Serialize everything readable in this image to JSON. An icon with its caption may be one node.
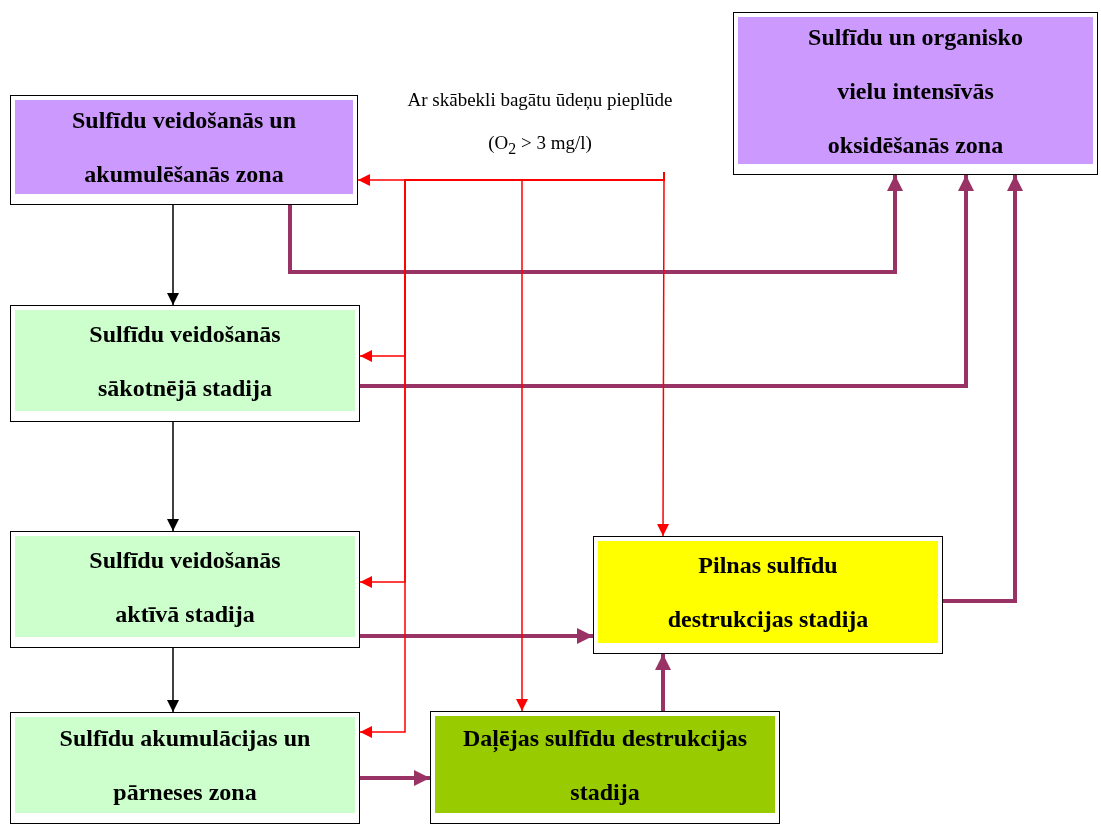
{
  "diagram": {
    "nodes": [
      {
        "text": [
          "Sulfīdu veidošanās un akumulēšanās zona"
        ]
      },
      {
        "text": [
          "Sulfīdu un organisko vielu intensīvās oksidēšanās zona"
        ]
      },
      {
        "text": [
          "Sulfīdu veidošanās sākotnējā stadija"
        ]
      },
      {
        "text": [
          "Sulfīdu veidošanās aktīvā stadija"
        ]
      },
      {
        "text": [
          "Pilnas sulfīdu destrukcijas stadija"
        ]
      },
      {
        "text": [
          "Sulfīdu akumulācijas un pārneses zona"
        ]
      },
      {
        "text": [
          "Daļējas sulfīdu destrukcijas stadija"
        ]
      },
      {
        "text": [
          "Ar skābekli bagātu ūdeņu pieplūde (O$_{2}$ > 3 mg/l)"
        ]
      }
    ],
    "edges": [
      {
        "from": 0,
        "to": 2,
        "arrow": "to",
        "color": "#000000"
      },
      {
        "from": 2,
        "to": 3,
        "arrow": "to",
        "color": "#000000"
      },
      {
        "from": 3,
        "to": 5,
        "arrow": "to",
        "color": "#000000"
      },
      {
        "from": 0,
        "to": 1,
        "arrow": "to",
        "style": "thick",
        "color": "#993366"
      },
      {
        "from": 2,
        "to": 1,
        "arrow": "to",
        "style": "thick",
        "color": "#993366"
      },
      {
        "from": 4,
        "to": 1,
        "arrow": "to",
        "style": "thick",
        "color": "#993366"
      },
      {
        "from": 3,
        "to": 4,
        "arrow": "to",
        "style": "thick",
        "color": "#993366"
      },
      {
        "from": 5,
        "to": 6,
        "arrow": "to",
        "style": "thick",
        "color": "#993366"
      },
      {
        "from": 6,
        "to": 4,
        "arrow": "to",
        "style": "thick",
        "color": "#993366"
      },
      {
        "from": 7,
        "to": 0,
        "arrow": "to",
        "color": "#ff0000"
      },
      {
        "from": 7,
        "to": 2,
        "arrow": "to",
        "color": "#ff0000"
      },
      {
        "from": 7,
        "to": 3,
        "arrow": "to",
        "color": "#ff0000"
      },
      {
        "from": 7,
        "to": 5,
        "arrow": "to",
        "color": "#ff0000"
      },
      {
        "from": 7,
        "to": 6,
        "arrow": "to",
        "color": "#ff0000"
      },
      {
        "from": 7,
        "to": 4,
        "arrow": "to",
        "color": "#ff0000"
      }
    ]
  }
}
